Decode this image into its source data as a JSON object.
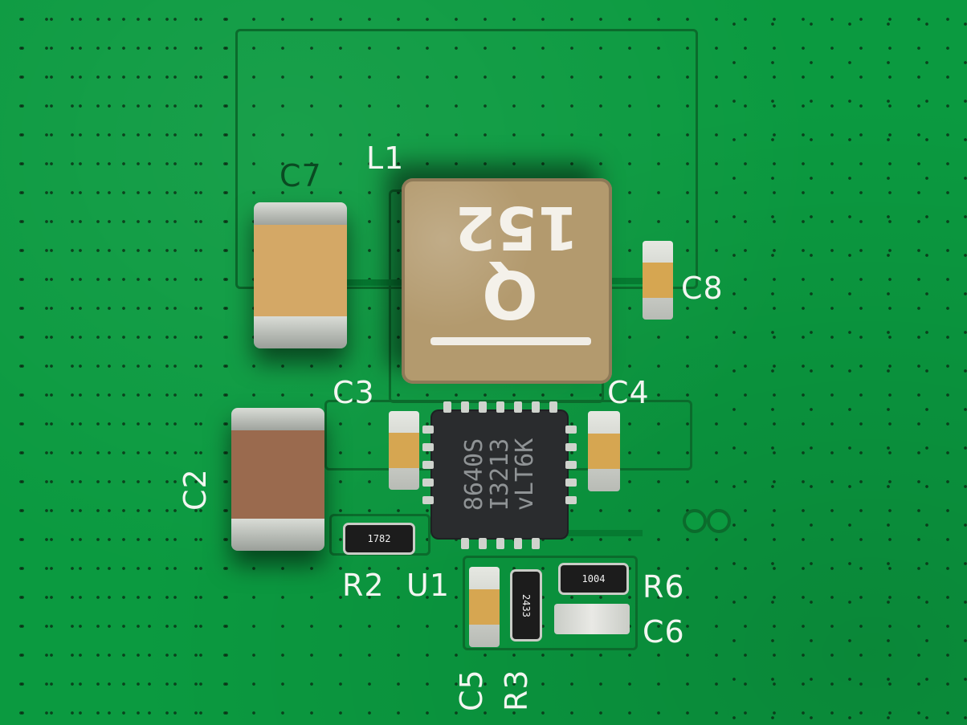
{
  "board": {
    "color": "#0b9a40",
    "silkscreen_color": "#f3f6f1",
    "component_labels": {
      "c7": "C7",
      "l1": "L1",
      "c8": "C8",
      "c3": "C3",
      "c4": "C4",
      "c2": "C2",
      "r2": "R2",
      "u1": "U1",
      "r6": "R6",
      "c6": "C6",
      "c5": "C5",
      "r3": "R3"
    }
  },
  "inductor": {
    "marking": "152",
    "logo": "Q"
  },
  "ic": {
    "marking_lines": [
      "8640S",
      "I3213",
      "vLT6K"
    ]
  },
  "resistors": {
    "r2_code": "1782",
    "r3_code": "2433",
    "r6_code": "1004"
  }
}
